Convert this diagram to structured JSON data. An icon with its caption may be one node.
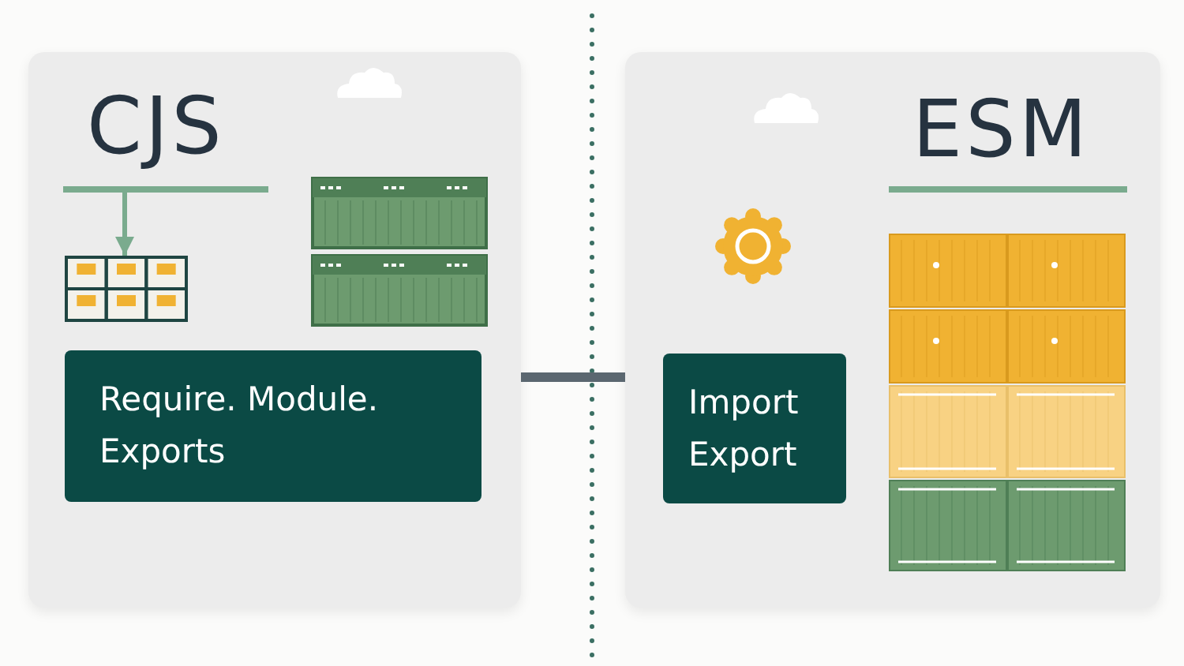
{
  "diagram": {
    "nodes": [
      {
        "text": [
          "CJS"
        ]
      },
      {
        "text": [],
        "shape": "picture",
        "in": 0
      },
      {
        "text": [
          "Require. Module. Exports"
        ],
        "in": 0
      },
      {
        "text": [
          "ESM"
        ]
      },
      {
        "text": [
          "Import Export"
        ],
        "in": 3
      }
    ],
    "edges": [
      {
        "from": 0,
        "to": 3,
        "arrow": "none",
        "style": "thick"
      },
      {
        "from": null,
        "to": 1,
        "arrow": "to"
      }
    ]
  }
}
